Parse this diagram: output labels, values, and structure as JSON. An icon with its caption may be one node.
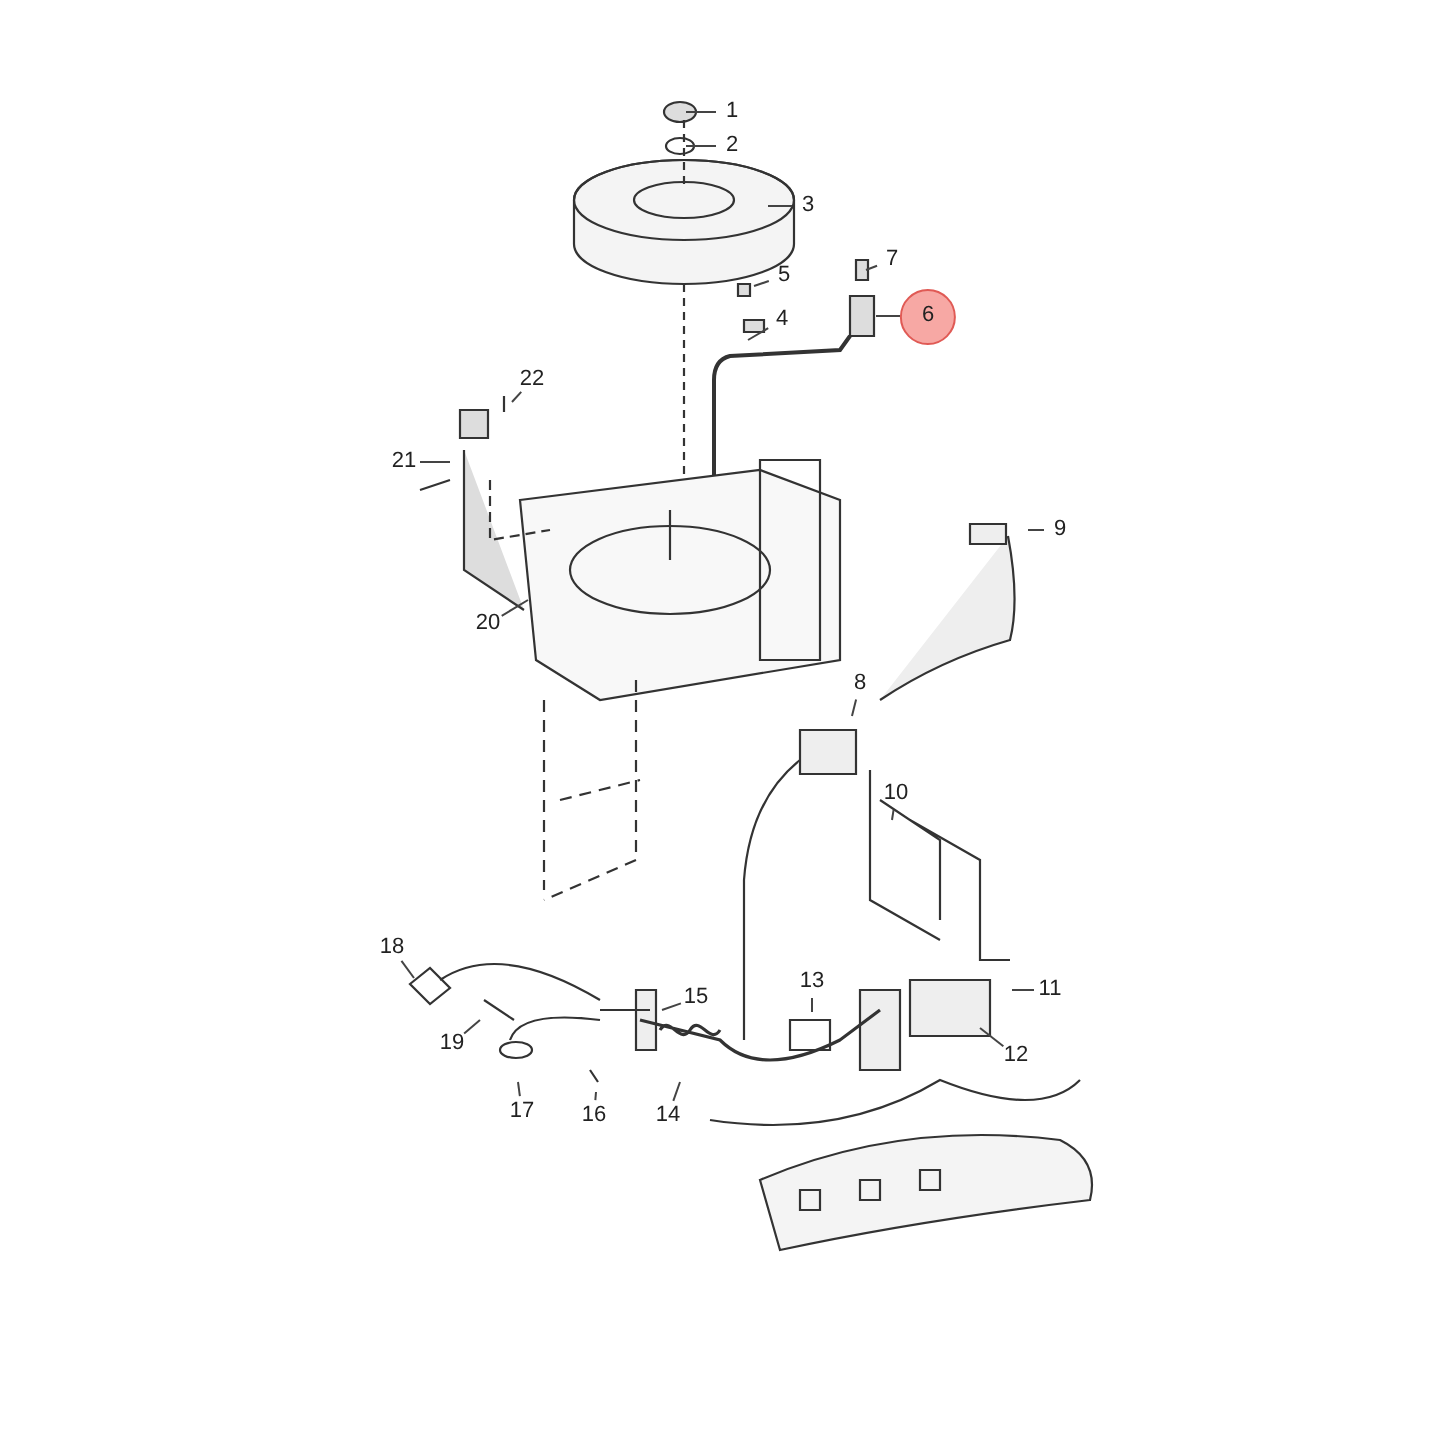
{
  "diagram": {
    "nodes": [
      {
        "text": [
          "1"
        ]
      },
      {
        "text": [
          "2"
        ]
      },
      {
        "text": [
          "3"
        ]
      },
      {
        "text": [
          "4"
        ]
      },
      {
        "text": [
          "5"
        ]
      },
      {
        "text": [
          "6"
        ]
      },
      {
        "text": [
          "7"
        ]
      },
      {
        "text": [
          "8"
        ]
      },
      {
        "text": [
          "9"
        ]
      },
      {
        "text": [
          "10"
        ]
      },
      {
        "text": [
          "11"
        ]
      },
      {
        "text": [
          "12"
        ]
      },
      {
        "text": [
          "13"
        ]
      },
      {
        "text": [
          "14"
        ]
      },
      {
        "text": [
          "15"
        ]
      },
      {
        "text": [
          "16"
        ]
      },
      {
        "text": [
          "17"
        ]
      },
      {
        "text": [
          "18"
        ]
      },
      {
        "text": [
          "19"
        ]
      },
      {
        "text": [
          "20"
        ]
      },
      {
        "text": [
          "21"
        ]
      },
      {
        "text": [
          "22"
        ]
      }
    ],
    "edges": [
      {
        "from": 0,
        "to": null,
        "arrow": "none"
      },
      {
        "from": 1,
        "to": null,
        "arrow": "none"
      },
      {
        "from": 2,
        "to": null,
        "arrow": "none"
      },
      {
        "from": 3,
        "to": null,
        "arrow": "none"
      },
      {
        "from": 4,
        "to": null,
        "arrow": "none"
      },
      {
        "from": 5,
        "to": null,
        "arrow": "none"
      },
      {
        "from": 6,
        "to": null,
        "arrow": "none"
      },
      {
        "from": 7,
        "to": null,
        "arrow": "none"
      },
      {
        "from": 8,
        "to": null,
        "arrow": "none"
      },
      {
        "from": 9,
        "to": null,
        "arrow": "none"
      },
      {
        "from": 10,
        "to": null,
        "arrow": "none"
      },
      {
        "from": 11,
        "to": null,
        "arrow": "none"
      },
      {
        "from": 12,
        "to": null,
        "arrow": "none"
      },
      {
        "from": 13,
        "to": null,
        "arrow": "none"
      },
      {
        "from": 14,
        "to": null,
        "arrow": "none"
      },
      {
        "from": 15,
        "to": null,
        "arrow": "none"
      },
      {
        "from": 16,
        "to": null,
        "arrow": "none"
      },
      {
        "from": 17,
        "to": null,
        "arrow": "none"
      },
      {
        "from": 18,
        "to": null,
        "arrow": "none"
      },
      {
        "from": 19,
        "to": null,
        "arrow": "none"
      },
      {
        "from": 20,
        "to": null,
        "arrow": "none"
      },
      {
        "from": 21,
        "to": null,
        "arrow": "none"
      }
    ]
  }
}
